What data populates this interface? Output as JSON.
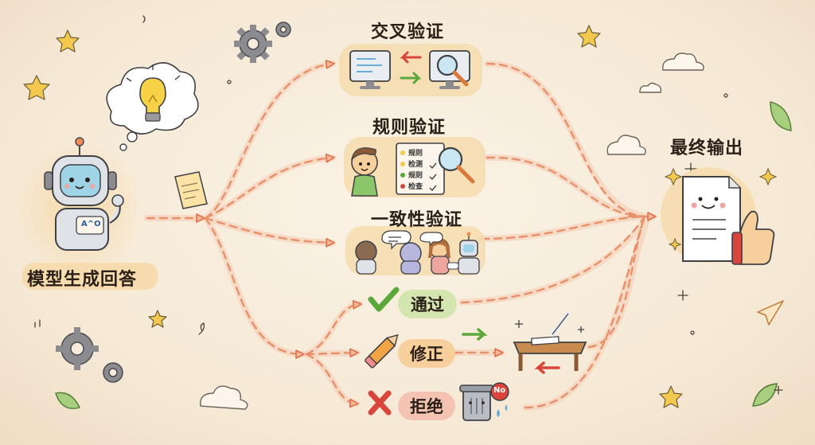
{
  "nodes": {
    "generate": "模型生成回答",
    "cross_verify": "交叉验证",
    "rule_verify": "规则验证",
    "consistency_verify": "一致性验证",
    "final_output": "最终输出",
    "pass": "通过",
    "revise": "修正",
    "reject": "拒绝"
  },
  "illustration_text": {
    "robot_chest": "A^O",
    "checklist": [
      "规则",
      "检测",
      "规则",
      "检查"
    ],
    "no_badge": "No"
  },
  "colors": {
    "dashed_arrow": "#e8906a",
    "arrow_glow": "#f6c9ad",
    "node_bg": "#f6dcae",
    "pass_bg": "#d3e6b0",
    "revise_bg": "#f6cf9c",
    "reject_bg": "#f4c3b2",
    "check_green": "#5aa83c",
    "cross_red": "#d9453a",
    "star": "#f2c94c"
  },
  "icons": [
    "lightbulb-icon",
    "gear-icon",
    "star-icon",
    "cloud-icon",
    "leaf-icon",
    "paper-plane-icon",
    "check-icon",
    "pencil-icon",
    "cross-icon",
    "trash-icon",
    "magnifier-icon",
    "monitor-icon",
    "document-icon",
    "thumbs-up-icon"
  ]
}
